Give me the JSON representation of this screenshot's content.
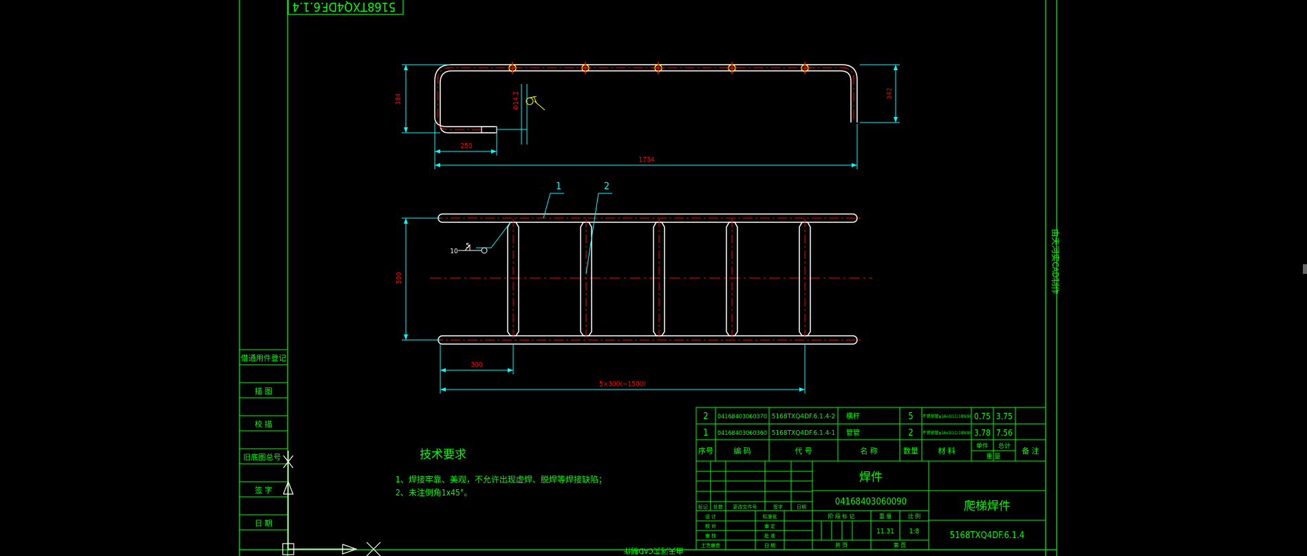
{
  "colors": {
    "background": "#000000",
    "frame": "#00ff00",
    "part": "#ffffff",
    "center_line": "#ff0000",
    "dimension": "#00ffff",
    "dimension_text": "#ff0000",
    "annotation": "#00ff00",
    "weld_symbol": "#ffff00",
    "table_text": "#00ff00"
  },
  "top_stamp": "5168TXQ4DF.6.1.4",
  "side_stamp": "由天河实CAD制作",
  "bottom_stamp": "由天河实CAD制作",
  "left_column": {
    "labels": [
      "借通用件登记",
      "描 图",
      "校 描",
      "旧底图总号",
      "签 字",
      "日 期"
    ]
  },
  "view_top": {
    "dim_height_left": "384",
    "dim_height_right": "342",
    "dim_bottom_left": "250",
    "dim_length": "1734",
    "hole_note": "Φ14.2"
  },
  "view_front": {
    "leader_1": "1",
    "leader_2": "2",
    "weld_left": "10",
    "weld_size": "5",
    "dim_height": "500",
    "dim_first_rung": "300",
    "dim_pitch": "5×300(=1500)"
  },
  "notes": {
    "title": "技术要求",
    "lines": [
      "1、焊接牢靠、美观，不允许出现虚焊、脱焊等焊接缺陷；",
      "2、未注倒角1x45°。"
    ]
  },
  "bom": {
    "rows": [
      {
        "no": "2",
        "code": "0416840306037​0",
        "drawing": "5168TXQ4DF.6.1.4-2",
        "name": "横杆",
        "qty": "5",
        "material": "不锈钢管φ16x2(1Cr18Ni9)",
        "unit": "0.75",
        "total": "3.75",
        "remark": ""
      },
      {
        "no": "1",
        "code": "04168403060360",
        "drawing": "5168TXQ4DF.6.1.4-1",
        "name": "管管",
        "qty": "2",
        "material": "不锈钢管φ16x2(1Cr18Ni9)",
        "unit": "3.78",
        "total": "7.56",
        "remark": ""
      }
    ],
    "header": {
      "no": "序号",
      "code": "编 码",
      "drawing": "代 号",
      "name": "名 称",
      "qty": "数量",
      "material": "材 料",
      "unit": "单件",
      "total": "总计",
      "weight": "重 量",
      "remark": "备 注"
    }
  },
  "title_block": {
    "part_type": "焊件",
    "part_code": "04168403060090",
    "part_name": "爬梯焊件",
    "drawing_no": "5168TXQ4DF.6.1.4",
    "weight": "11.31",
    "scale": "1:8",
    "stage_label": "阶 段 标 记",
    "weight_label": "重 量",
    "scale_label": "比 例",
    "sheets_total": "共 页",
    "sheet_no": "第 页",
    "rev_headers": [
      "标记",
      "处数",
      "更改文件号",
      "签字",
      "日期"
    ],
    "sign_rows": [
      "设 计",
      "校 对",
      "审 核",
      "工艺审查"
    ],
    "sign_rows_right": [
      "标准化",
      "审 定",
      "批 准",
      "日 期"
    ]
  }
}
